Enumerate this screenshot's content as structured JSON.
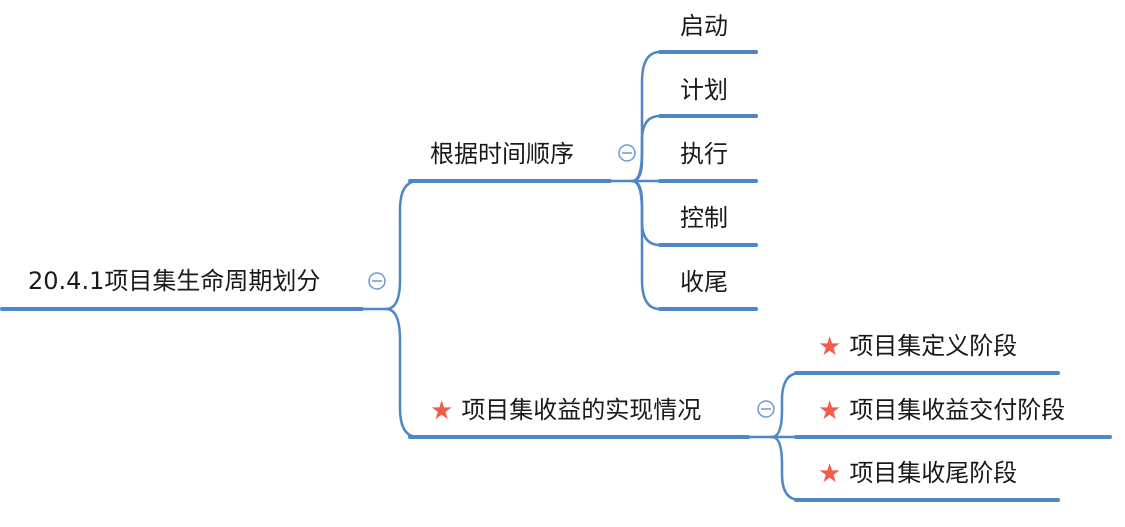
{
  "mindmap": {
    "root": {
      "label": "20.4.1项目集生命周期划分"
    },
    "branch_time": {
      "label": "根据时间顺序",
      "children": [
        "启动",
        "计划",
        "执行",
        "控制",
        "收尾"
      ]
    },
    "branch_benefit": {
      "label": "项目集收益的实现情况",
      "marker": "star-icon",
      "children": [
        {
          "label": "项目集定义阶段",
          "marker": "star-icon"
        },
        {
          "label": "项目集收益交付阶段",
          "marker": "star-icon"
        },
        {
          "label": "项目集收尾阶段",
          "marker": "star-icon"
        }
      ]
    },
    "collapse_symbol": "⊖",
    "colors": {
      "line": "#4f86c6",
      "toggle": "#6b9bd1",
      "star": "#f25c4c",
      "text": "#1a1a1a"
    }
  }
}
